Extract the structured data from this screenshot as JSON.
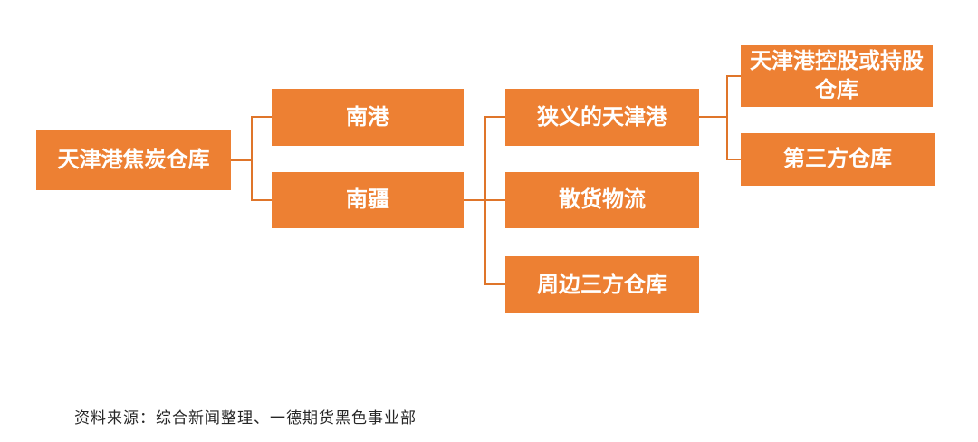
{
  "diagram": {
    "title_hint": "天津港焦炭仓库结构图",
    "colors": {
      "node_fill": "#ED8033",
      "node_text": "#FFFFFF",
      "connector": "#DF752A"
    },
    "root": {
      "label": "天津港焦炭仓库"
    },
    "level2": [
      {
        "label": "南港"
      },
      {
        "label": "南疆"
      }
    ],
    "level3": [
      {
        "label": "狭义的天津港"
      },
      {
        "label": "散货物流"
      },
      {
        "label": "周边三方仓库"
      }
    ],
    "level4": [
      {
        "label": "天津港控股或持股仓库"
      },
      {
        "label": "第三方仓库"
      }
    ],
    "edges": [
      {
        "from": "天津港焦炭仓库",
        "to": "南港"
      },
      {
        "from": "天津港焦炭仓库",
        "to": "南疆"
      },
      {
        "from": "南疆",
        "to": "狭义的天津港"
      },
      {
        "from": "南疆",
        "to": "散货物流"
      },
      {
        "from": "南疆",
        "to": "周边三方仓库"
      },
      {
        "from": "狭义的天津港",
        "to": "天津港控股或持股仓库"
      },
      {
        "from": "狭义的天津港",
        "to": "第三方仓库"
      }
    ]
  },
  "footer": {
    "source": "资料来源：综合新闻整理、一德期货黑色事业部"
  }
}
